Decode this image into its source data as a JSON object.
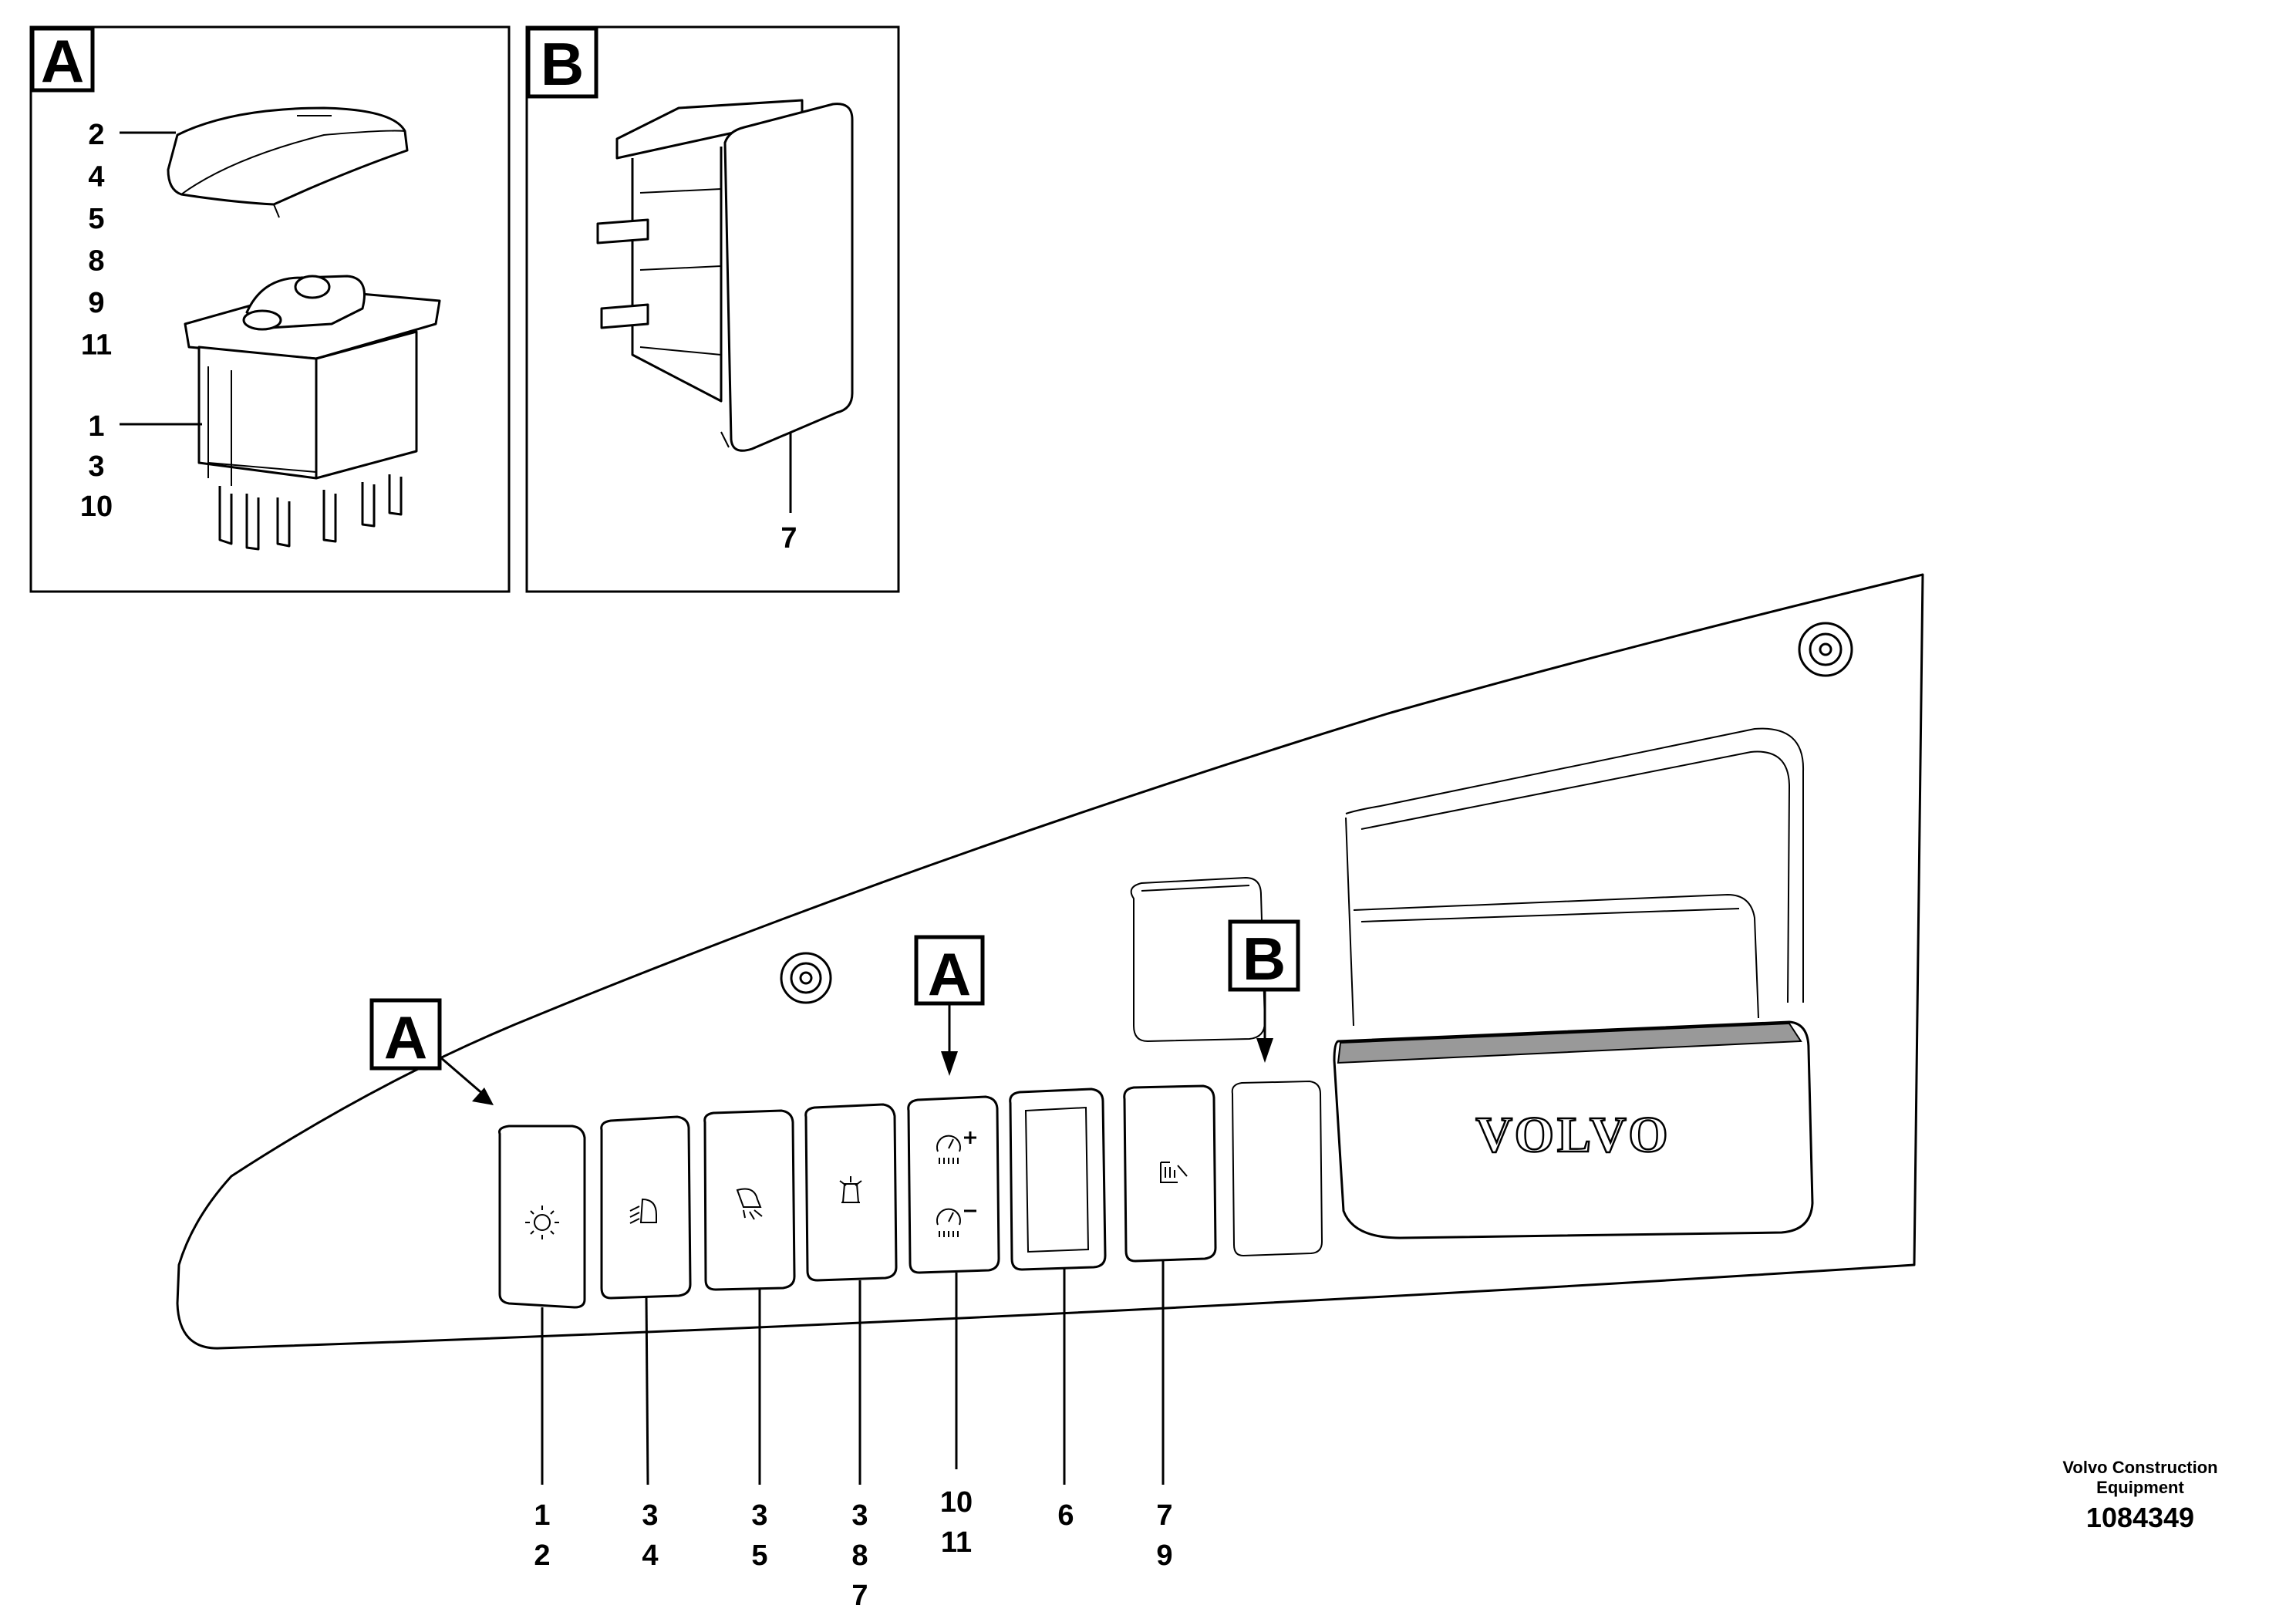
{
  "detail_a": {
    "badge": "A",
    "labels_top": [
      "2",
      "4",
      "5",
      "8",
      "9",
      "11"
    ],
    "labels_bottom": [
      "1",
      "3",
      "10"
    ]
  },
  "detail_b": {
    "badge": "B",
    "label": "7"
  },
  "panel": {
    "badge_a_left": "A",
    "badge_a_mid": "A",
    "badge_b": "B",
    "logo": "VOLVO",
    "callouts": [
      {
        "lines": [
          "1",
          "2"
        ]
      },
      {
        "lines": [
          "3",
          "4"
        ]
      },
      {
        "lines": [
          "3",
          "5"
        ]
      },
      {
        "lines": [
          "3",
          "8",
          "7"
        ]
      },
      {
        "lines": [
          "10",
          "11"
        ]
      },
      {
        "lines": [
          "6"
        ]
      },
      {
        "lines": [
          "7",
          "9"
        ]
      }
    ]
  },
  "footer": {
    "company_line1": "Volvo Construction",
    "company_line2": "Equipment",
    "doc_number": "1084349"
  },
  "icons": [
    "panel-light-icon",
    "work-light-front-icon",
    "work-light-rear-icon",
    "beacon-icon",
    "speed-increase-icon",
    "speed-decrease-icon",
    "seat-heater-icon"
  ]
}
